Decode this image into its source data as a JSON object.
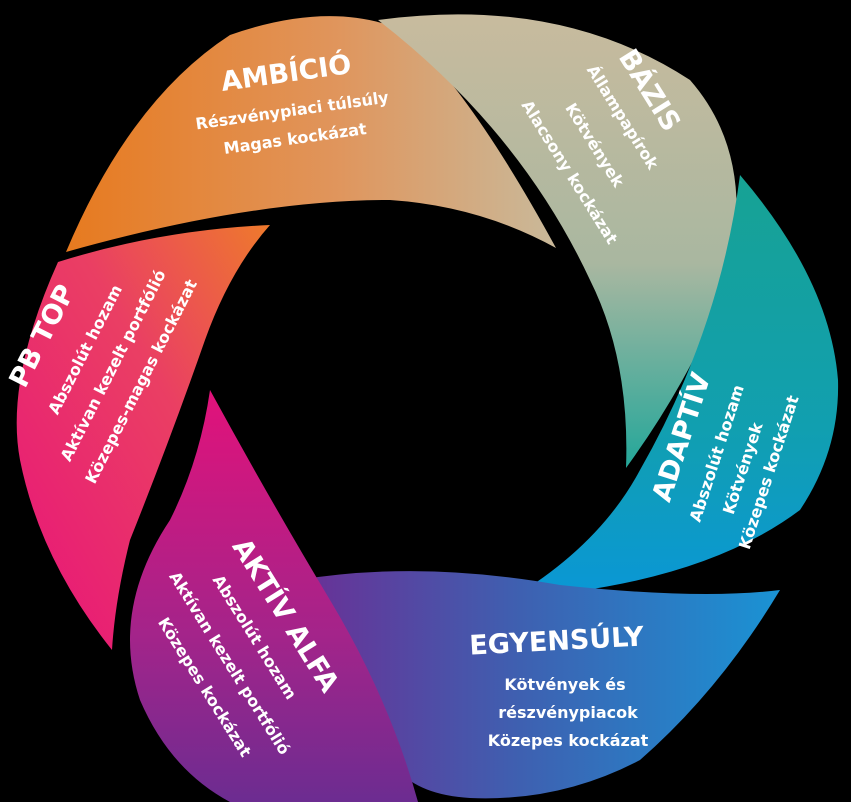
{
  "segments": [
    {
      "title": "AMBÍCIÓ",
      "lines": [
        "Részvénypiaci túlsúly",
        "Magas kockázat"
      ],
      "color_start": "#e77a1f",
      "color_end": "#c9b99a"
    },
    {
      "title": "BÁZIS",
      "lines": [
        "Állampapírok",
        "Kötvények",
        "Alacsony kockázat"
      ],
      "color_start": "#c8bb9e",
      "color_end": "#24a79a"
    },
    {
      "title": "ADAPTÍV",
      "lines": [
        "Abszolút hozam",
        "Kötvények",
        "Közepes kockázat"
      ],
      "color_start": "#17a294",
      "color_end": "#0a97d6"
    },
    {
      "title": "EGYENSÚLY",
      "lines": [
        "Kötvények és",
        "részvénypiacok",
        "Közepes kockázat"
      ],
      "color_start": "#6a2f95",
      "color_end": "#1a93d4"
    },
    {
      "title": "AKTÍV ALFA",
      "lines": [
        "Abszolút hozam",
        "Aktívan kezelt portfólió",
        "Közepes kockázat"
      ],
      "color_start": "#e2127a",
      "color_end": "#6c2c91"
    },
    {
      "title": "PB TOP",
      "lines": [
        "Abszolút hozam",
        "Aktívan kezelt portfólió",
        "Közepes-magas kockázat"
      ],
      "color_start": "#e8137a",
      "color_end": "#ee7a2c"
    }
  ],
  "background": "#000000"
}
